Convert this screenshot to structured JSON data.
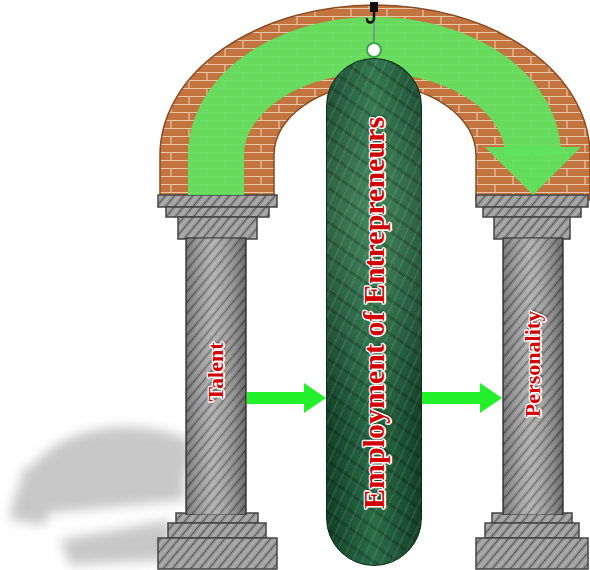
{
  "diagram": {
    "nodes": [
      {
        "text": [
          "Talent"
        ]
      },
      {
        "text": [
          "Employment of Entrepreneurs"
        ]
      },
      {
        "text": [
          "Personality"
        ]
      }
    ],
    "edges": [
      {
        "from": 0,
        "to": 2,
        "arrow": "to"
      },
      {
        "from": 0,
        "to": 1,
        "arrow": "to"
      },
      {
        "from": 1,
        "to": 2,
        "arrow": "to"
      }
    ]
  }
}
